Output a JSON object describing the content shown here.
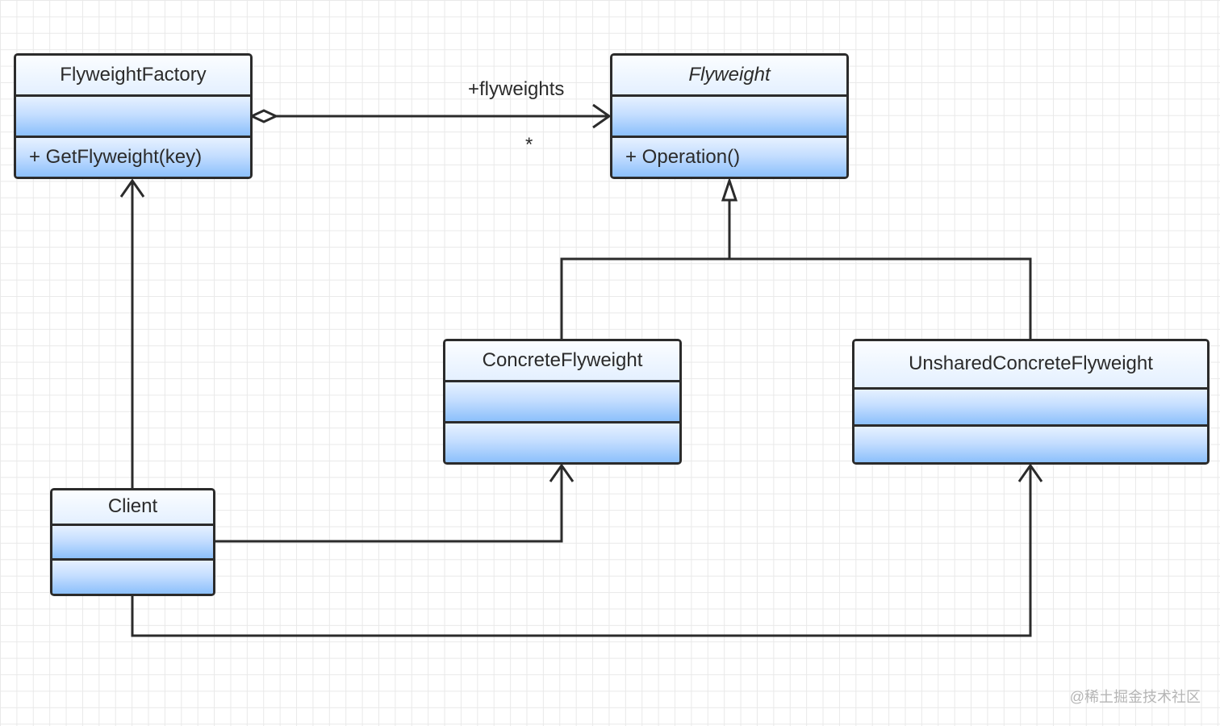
{
  "classes": {
    "flyweight_factory": {
      "name": "FlyweightFactory",
      "operation": "+ GetFlyweight(key)"
    },
    "flyweight": {
      "name": "Flyweight",
      "operation": "+ Operation()"
    },
    "concrete_flyweight": {
      "name": "ConcreteFlyweight"
    },
    "unshared_concrete_flyweight": {
      "name": "UnsharedConcreteFlyweight"
    },
    "client": {
      "name": "Client"
    }
  },
  "association": {
    "role": "+flyweights",
    "multiplicity": "*"
  },
  "watermark": "@稀土掘金技术社区",
  "colors": {
    "grid": "#e9e9e9",
    "stroke": "#2b2b2b",
    "fill_top": "#e6f1ff",
    "fill_bottom": "#8cc0fb"
  }
}
